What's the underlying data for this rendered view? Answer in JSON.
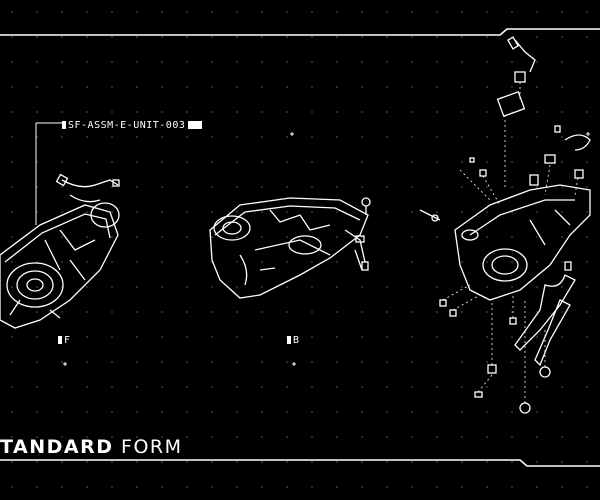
{
  "header": {
    "code": "SF-ASSM-E-UNIT-003"
  },
  "views": {
    "front_label": "F",
    "back_label": "B"
  },
  "footer": {
    "title_part1": "TANDARD",
    "title_part2": "FORM"
  },
  "colors": {
    "background": "#000000",
    "line": "#ffffff"
  }
}
